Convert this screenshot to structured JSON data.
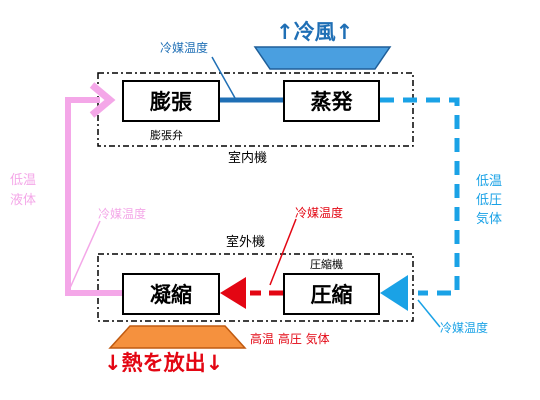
{
  "colors": {
    "cold": "#1aa2e6",
    "cold_dark": "#1f6fb5",
    "hot": "#e30613",
    "pink": "#f4a7e8",
    "blue_fill": "#4a9fe0",
    "orange_fill": "#f5913e",
    "text_blue": "#1f6fb5",
    "text_teal": "#1aa2e6",
    "text_red": "#e30613",
    "text_pink": "#f4a7e8"
  },
  "indoor": {
    "unit_label": "室内機",
    "expansion": {
      "label": "膨張",
      "sub_label": "膨張弁"
    },
    "evaporator": {
      "label": "蒸発"
    },
    "cool_air": "↑冷風↑",
    "refrigerant_temp": "冷媒温度"
  },
  "outdoor": {
    "unit_label": "室外機",
    "condenser": {
      "label": "凝縮"
    },
    "compressor": {
      "label": "圧縮",
      "unit_label": "圧縮機"
    },
    "heat_release": "↓熱を放出↓",
    "refrigerant_temp": "冷媒温度"
  },
  "left_state": {
    "line1": "低温",
    "line2": "液体"
  },
  "right_state": {
    "line1": "低温",
    "line2": "低圧",
    "line3": "気体"
  },
  "hot_state": "高温 高圧 気体",
  "pink_temp": "冷媒温度",
  "blue_temp": "冷媒温度"
}
